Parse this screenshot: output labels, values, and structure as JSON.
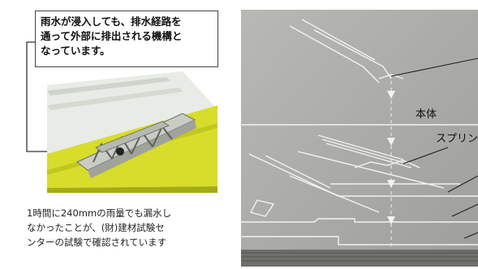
{
  "callout": {
    "lines": [
      "雨水が浸入しても、排水経路を",
      "通って外部に排出される機構と",
      "なっています。"
    ]
  },
  "caption": {
    "lines": [
      "1時間に240mmの雨量でも漏水し",
      "なかったことが、(財)建材試験セ",
      "ンターの試験で確認されています"
    ]
  },
  "diagram": {
    "labels": {
      "body": "本体",
      "spring": "スプリン"
    }
  },
  "colors": {
    "roof": "#d7dd2a",
    "roof_dark": "#a4ab14",
    "panel": "#a9a9a7"
  }
}
